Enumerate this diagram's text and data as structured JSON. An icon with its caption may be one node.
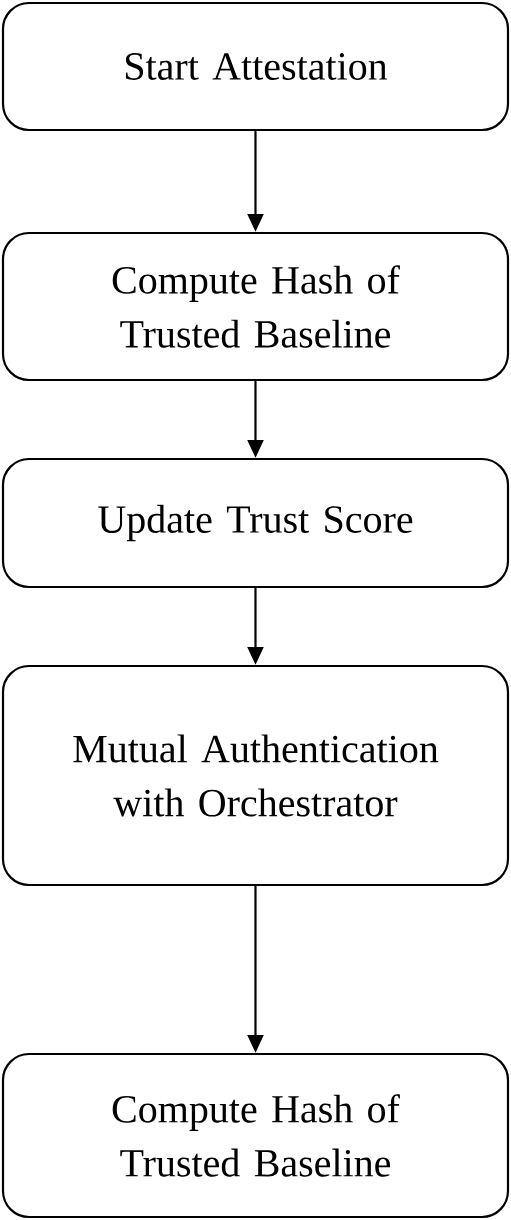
{
  "diagram": {
    "nodes": [
      {
        "text": [
          "Start Attestation"
        ]
      },
      {
        "text": [
          "Compute Hash of Trusted Baseline"
        ]
      },
      {
        "text": [
          "Update Trust Score"
        ]
      },
      {
        "text": [
          "Mutual Authentication with Orchestrator"
        ]
      },
      {
        "text": [
          "Compute Hash of Trusted Baseline"
        ]
      }
    ],
    "edges": [
      {
        "from": 0,
        "to": 1,
        "arrow": "to"
      },
      {
        "from": 1,
        "to": 2,
        "arrow": "to"
      },
      {
        "from": 2,
        "to": 3,
        "arrow": "to"
      },
      {
        "from": 3,
        "to": 4,
        "arrow": "to"
      }
    ]
  }
}
